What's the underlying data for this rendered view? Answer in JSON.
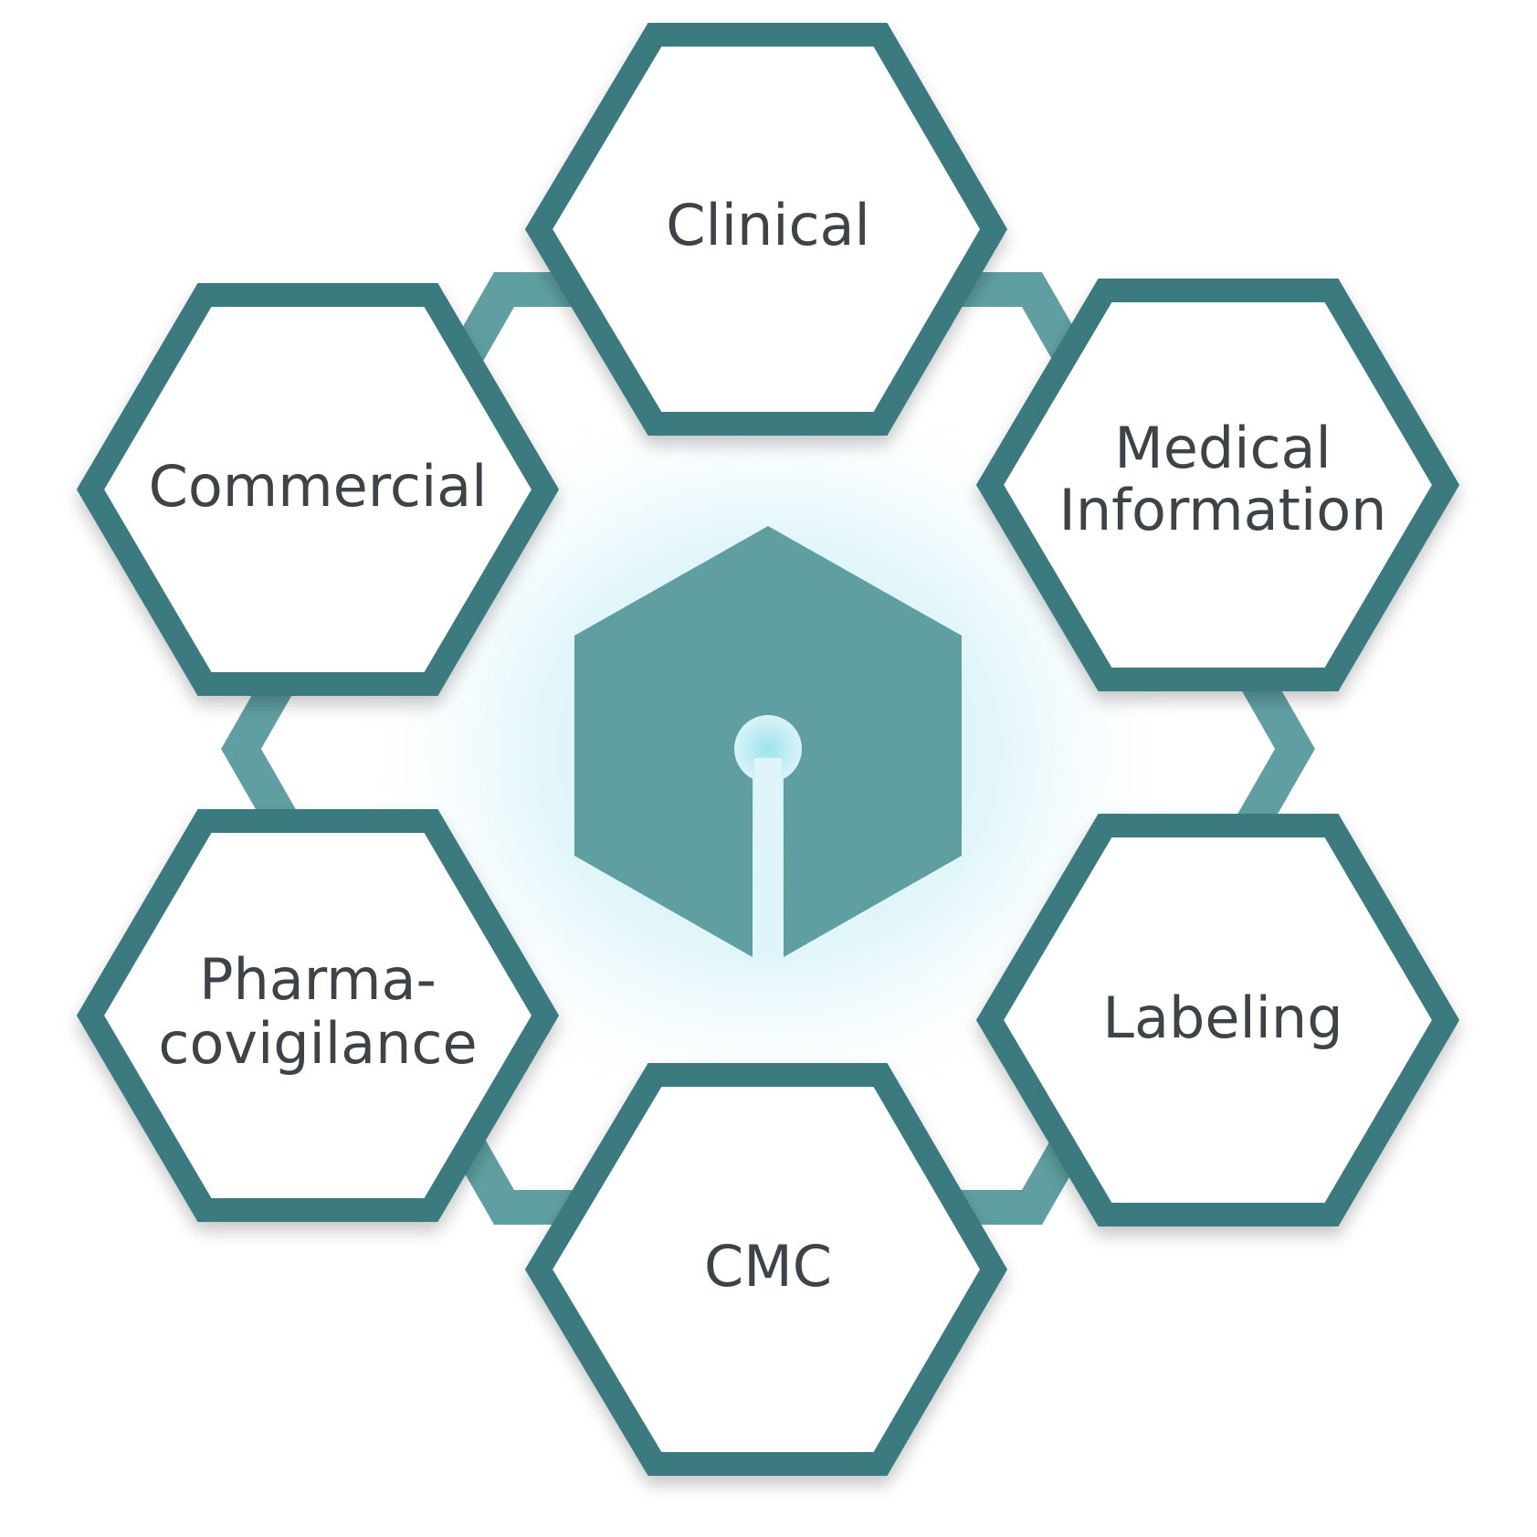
{
  "colors": {
    "hex_border": "#3a7a7f",
    "hex_fill": "#ffffff",
    "ring": "#5f9fa2",
    "center_fill": "#5f9fa2",
    "glow": "#d6f1f6",
    "label_text": "#3d4347"
  },
  "center": {
    "icon": "hexagon-keyhole-icon"
  },
  "nodes": {
    "clinical": {
      "lines": [
        "Clinical"
      ]
    },
    "medical_information": {
      "lines": [
        "Medical",
        "Information"
      ]
    },
    "labeling": {
      "lines": [
        "Labeling"
      ]
    },
    "cmc": {
      "lines": [
        "CMC"
      ]
    },
    "pharmacovigilance": {
      "lines": [
        "Pharma-",
        "covigilance"
      ]
    },
    "commercial": {
      "lines": [
        "Commercial"
      ]
    }
  }
}
